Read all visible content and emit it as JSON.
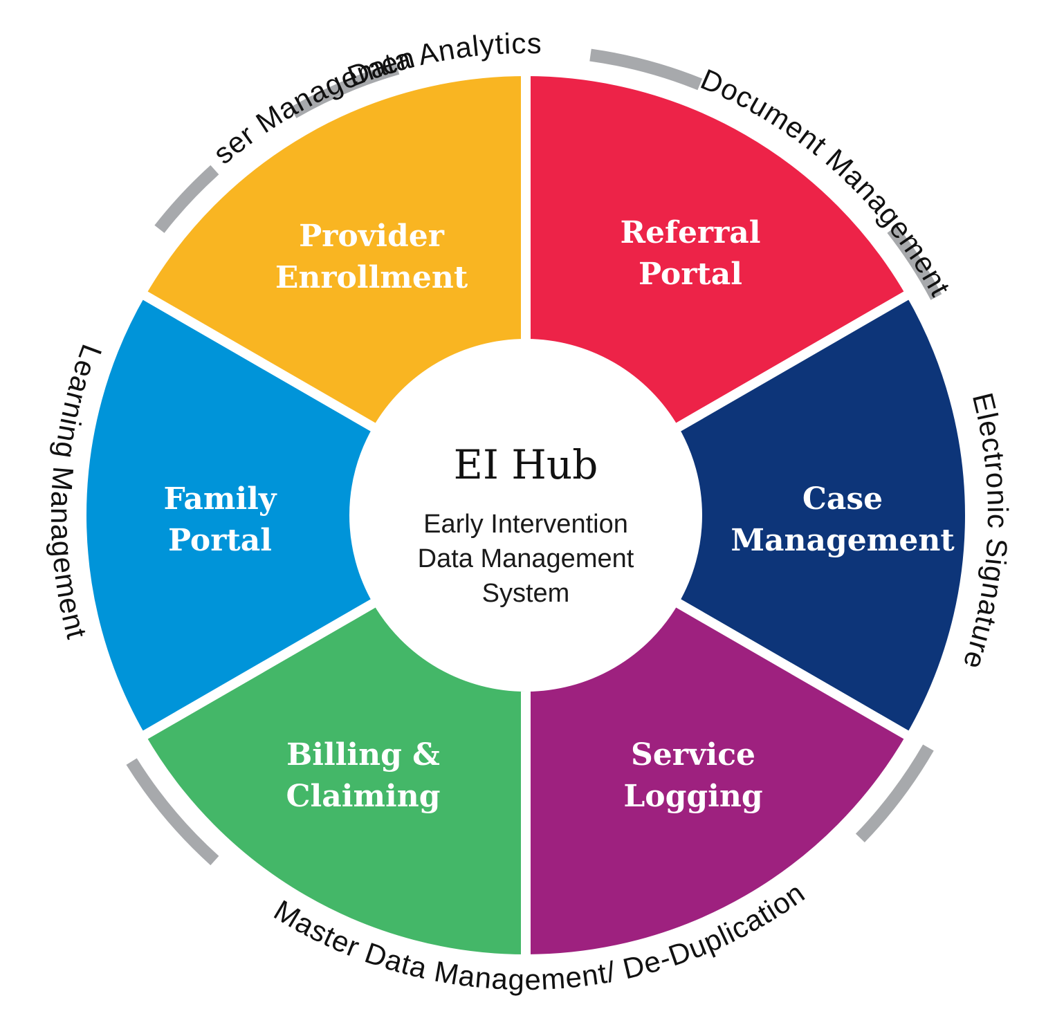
{
  "hub": {
    "title": "EI Hub",
    "subtitle_lines": [
      "Early Intervention",
      "Data Management",
      "System"
    ]
  },
  "segments": [
    {
      "key": "referral-portal",
      "lines": [
        "Referral",
        "Portal"
      ],
      "color": "#ed2348"
    },
    {
      "key": "case-management",
      "lines": [
        "Case",
        "Management"
      ],
      "color": "#0d3579"
    },
    {
      "key": "service-logging",
      "lines": [
        "Service",
        "Logging"
      ],
      "color": "#9e217f"
    },
    {
      "key": "billing-claiming",
      "lines": [
        "Billing &",
        "Claiming"
      ],
      "color": "#44b768"
    },
    {
      "key": "family-portal",
      "lines": [
        "Family",
        "Portal"
      ],
      "color": "#0094d9"
    },
    {
      "key": "provider-enrollment",
      "lines": [
        "Provider",
        "Enrollment"
      ],
      "color": "#f9b522"
    }
  ],
  "ring_labels": [
    {
      "key": "data-analytics",
      "text": "Data Analytics"
    },
    {
      "key": "document-management",
      "text": "Document Management"
    },
    {
      "key": "electronic-signature",
      "text": "Electronic Signature"
    },
    {
      "key": "master-data-management",
      "text": "Master Data Management/ De-Duplication"
    },
    {
      "key": "learning-management",
      "text": "Learning Management"
    },
    {
      "key": "user-management",
      "text": "User Management"
    }
  ],
  "colors": {
    "ring_separator": "#a7a9ac",
    "hub_fill": "#ffffff"
  }
}
